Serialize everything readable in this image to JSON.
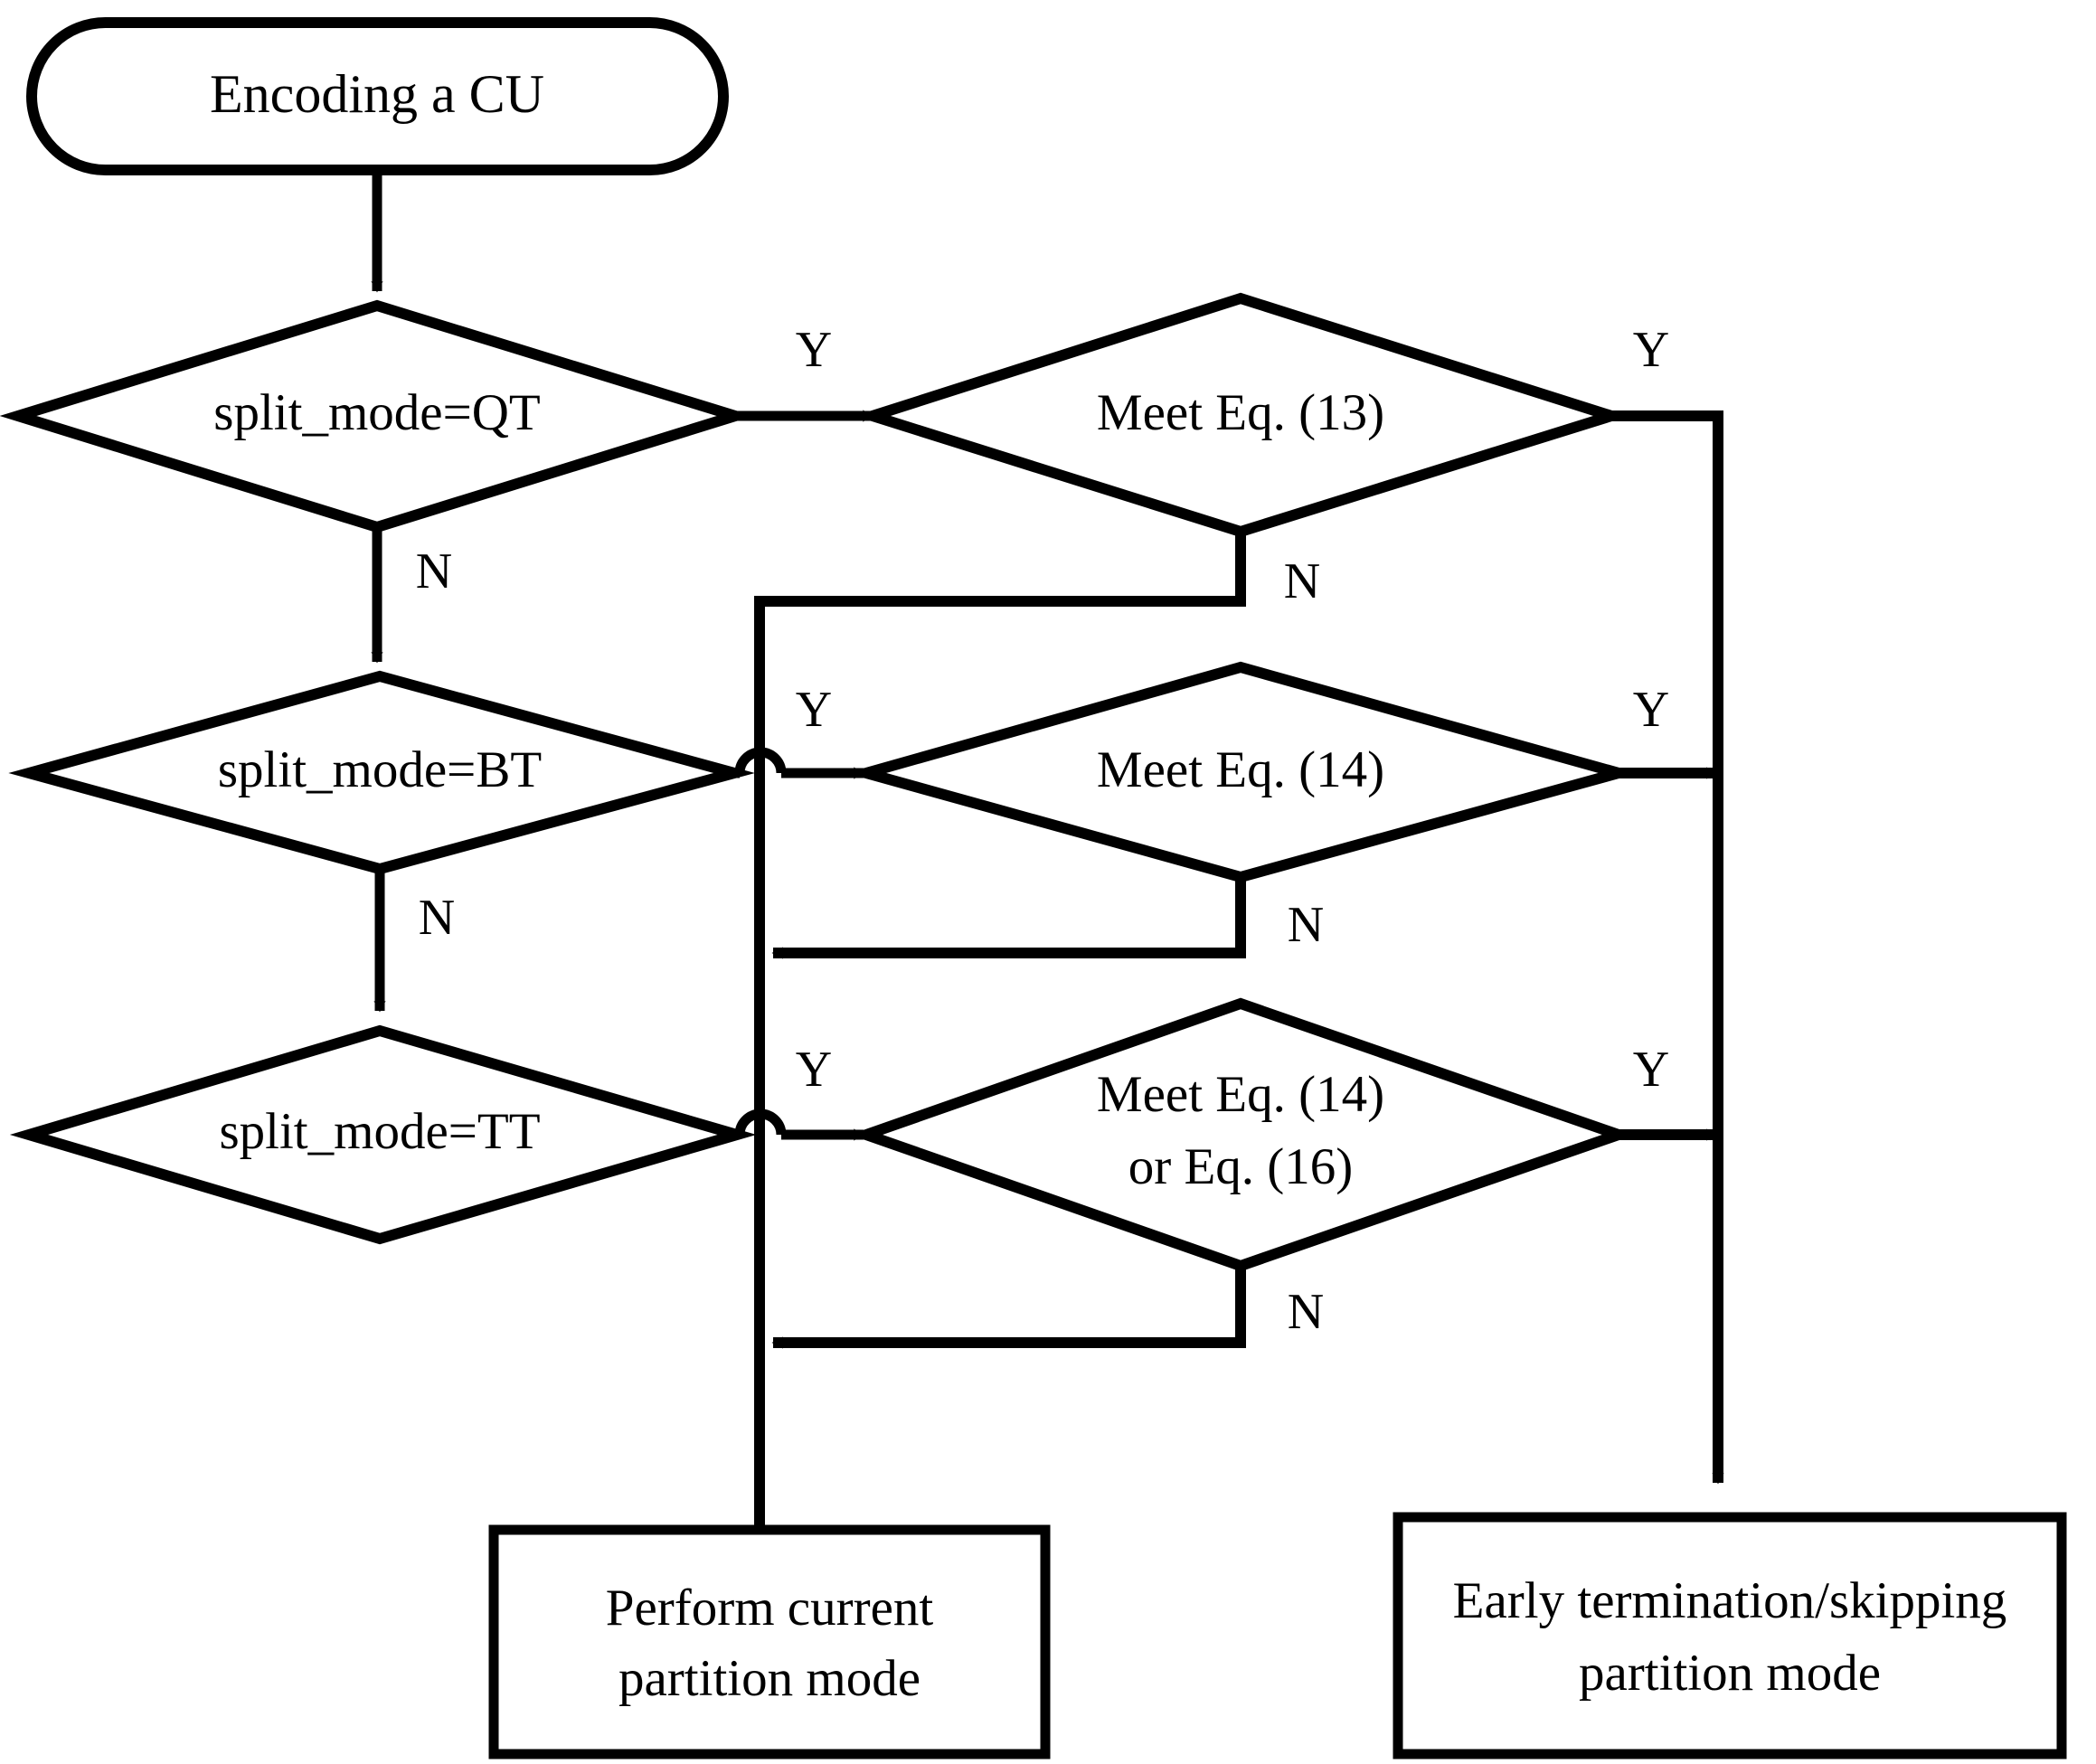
{
  "diagram": {
    "title": "CU partition early termination flowchart",
    "background_color": "#ffffff",
    "line_color": "#000000",
    "nodes": {
      "start": {
        "label": "Encoding a CU",
        "shape": "stadium"
      },
      "dec_qt": {
        "label": "split_mode=QT",
        "shape": "diamond"
      },
      "dec_bt": {
        "label": "split_mode=BT",
        "shape": "diamond"
      },
      "dec_tt": {
        "label": "split_mode=TT",
        "shape": "diamond"
      },
      "dec_eq13": {
        "label": "Meet Eq. (13)",
        "shape": "diamond"
      },
      "dec_eq14": {
        "label": "Meet Eq. (14)",
        "shape": "diamond"
      },
      "dec_eq14_16_line1": {
        "label": "Meet Eq. (14)",
        "shape": "diamond"
      },
      "dec_eq14_16_line2": {
        "label": "or Eq. (16)",
        "shape": "diamond"
      },
      "perform_line1": {
        "label": "Perform current",
        "shape": "rect"
      },
      "perform_line2": {
        "label": "partition mode",
        "shape": "rect"
      },
      "early_line1": {
        "label": "Early termination/skipping",
        "shape": "rect"
      },
      "early_line2": {
        "label": "partition mode",
        "shape": "rect"
      }
    },
    "edge_labels": {
      "qt_yes": "Y",
      "qt_no": "N",
      "bt_yes": "Y",
      "bt_no": "N",
      "tt_yes": "Y",
      "eq13_yes": "Y",
      "eq13_no": "N",
      "eq14_yes": "Y",
      "eq14_no": "N",
      "eq14_16_yes": "Y",
      "eq14_16_no": "N"
    }
  }
}
